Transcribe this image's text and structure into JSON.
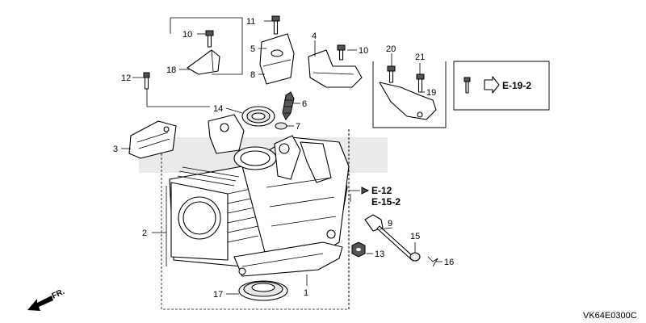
{
  "diagram_code": "VK64E0300C",
  "front_marker": "FR.",
  "references": {
    "e19": "E-19-2",
    "e12": "E-12",
    "e15": "E-15-2"
  },
  "callouts": {
    "c1": "1",
    "c2": "2",
    "c3": "3",
    "c4": "4",
    "c5": "5",
    "c6": "6",
    "c7": "7",
    "c8": "8",
    "c9": "9",
    "c10a": "10",
    "c10b": "10",
    "c11": "11",
    "c12": "12",
    "c13": "13",
    "c14": "14",
    "c15": "15",
    "c16": "16",
    "c17": "17",
    "c18": "18",
    "c19": "19",
    "c20": "20",
    "c21": "21"
  }
}
